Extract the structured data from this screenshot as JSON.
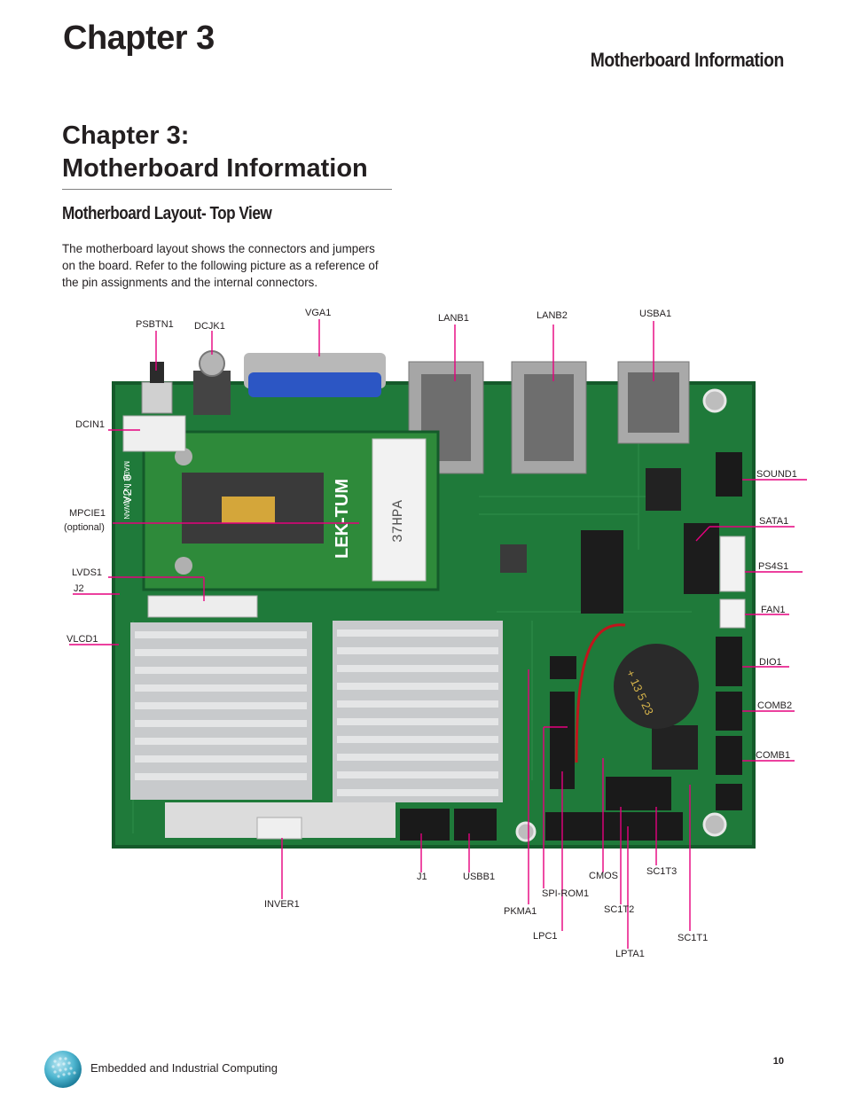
{
  "header": {
    "chapter": "Chapter 3",
    "section": "Motherboard Information"
  },
  "title": {
    "line1": "Chapter 3:",
    "line2": "Motherboard Information"
  },
  "subtitle": "Motherboard Layout- Top View",
  "intro": "The motherboard layout shows the connectors and jumpers on the board. Refer to the following picture as a reference of the pin assignments and the internal connectors.",
  "labels": {
    "psbtn1": "PSBTN1",
    "dcjk1": "DCJK1",
    "vga1": "VGA1",
    "lanb1": "LANB1",
    "lanb2": "LANB2",
    "usba1": "USBA1",
    "dcin1": "DCIN1",
    "sound1": "SOUND1",
    "mpcie1": "MPCIE1",
    "optional": "(optional)",
    "sata1": "SATA1",
    "ps4s1": "PS4S1",
    "lvds1": "LVDS1",
    "j2": "J2",
    "fan1": "FAN1",
    "vlcd1": "VLCD1",
    "dio1": "DIO1",
    "comb2": "COMB2",
    "comb1": "COMB1",
    "j1": "J1",
    "usbb1": "USBB1",
    "cmos": "CMOS",
    "sc1t3": "SC1T3",
    "spirom1": "SPI-ROM1",
    "inver1": "INVER1",
    "sc1t2": "SC1T2",
    "pkma1": "PKMA1",
    "lpc1": "LPC1",
    "sc1t1": "SC1T1",
    "lpta1": "LPTA1"
  },
  "board_text": {
    "version": "V2.0",
    "made_in": "MADE IN TAIWAN",
    "module_brand": "LEK-TUM",
    "module_code": "37HPA",
    "battery": "+ 13 5 23"
  },
  "colors": {
    "pcb": "#1f7a3a",
    "pcb_dark": "#145a2a",
    "callout": "#e6007e",
    "heatsink": "#c8cacc"
  },
  "footer": {
    "text": "Embedded and Industrial Computing",
    "page": "10"
  }
}
